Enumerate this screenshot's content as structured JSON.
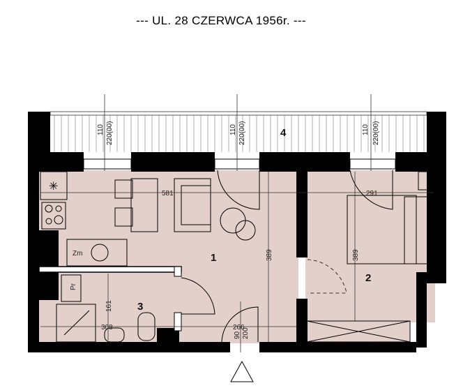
{
  "title": "--- UL. 28 CZERWCA 1956r. ---",
  "rooms": [
    {
      "number": "1"
    },
    {
      "number": "2"
    },
    {
      "number": "3"
    },
    {
      "number": "4"
    }
  ],
  "dimensions": {
    "room1_width": "581",
    "room2_width": "291",
    "room1_height": "389",
    "room2_height": "389",
    "bath_height": "161",
    "bath_width": "308",
    "hall_width": "266",
    "door_width": "90",
    "door_height": "200",
    "window_sill": [
      "110",
      "110",
      "110"
    ],
    "window_height": [
      "220(00)",
      "220(00)",
      "220(00)"
    ]
  },
  "labels": {
    "kitchen_fixture": "Zm",
    "washer": "Pr"
  },
  "colors": {
    "floor": "#e3d0ca",
    "wall": "#000000",
    "railing": "#bdbdbd"
  }
}
